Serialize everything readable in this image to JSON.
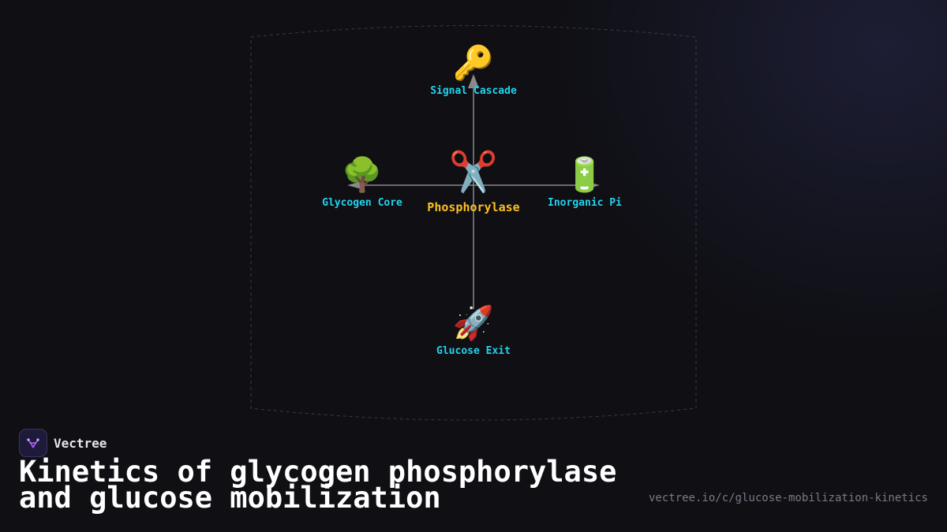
{
  "diagram": {
    "center": {
      "icon": "scissors-icon",
      "glyph": "✂️",
      "label": "Phosphorylase"
    },
    "nodes": {
      "top": {
        "icon": "key-icon",
        "glyph": "🔑",
        "label": "Signal Cascade"
      },
      "left": {
        "icon": "tree-icon",
        "glyph": "🌳",
        "label": "Glycogen Core"
      },
      "right": {
        "icon": "battery-icon",
        "glyph": "🔋",
        "label": "Inorganic Pi"
      },
      "bottom": {
        "icon": "rocket-icon",
        "glyph": "🚀",
        "label": "Glucose Exit"
      }
    },
    "colors": {
      "node_label": "#22d3ee",
      "center_label": "#fbbf24",
      "connector": "#8a8a8a"
    }
  },
  "brand": {
    "name": "Vectree",
    "logo_icon": "vectree-logo-icon"
  },
  "footer": {
    "title": "Kinetics of glycogen phosphorylase and glucose mobilization",
    "url": "vectree.io/c/glucose-mobilization-kinetics"
  }
}
